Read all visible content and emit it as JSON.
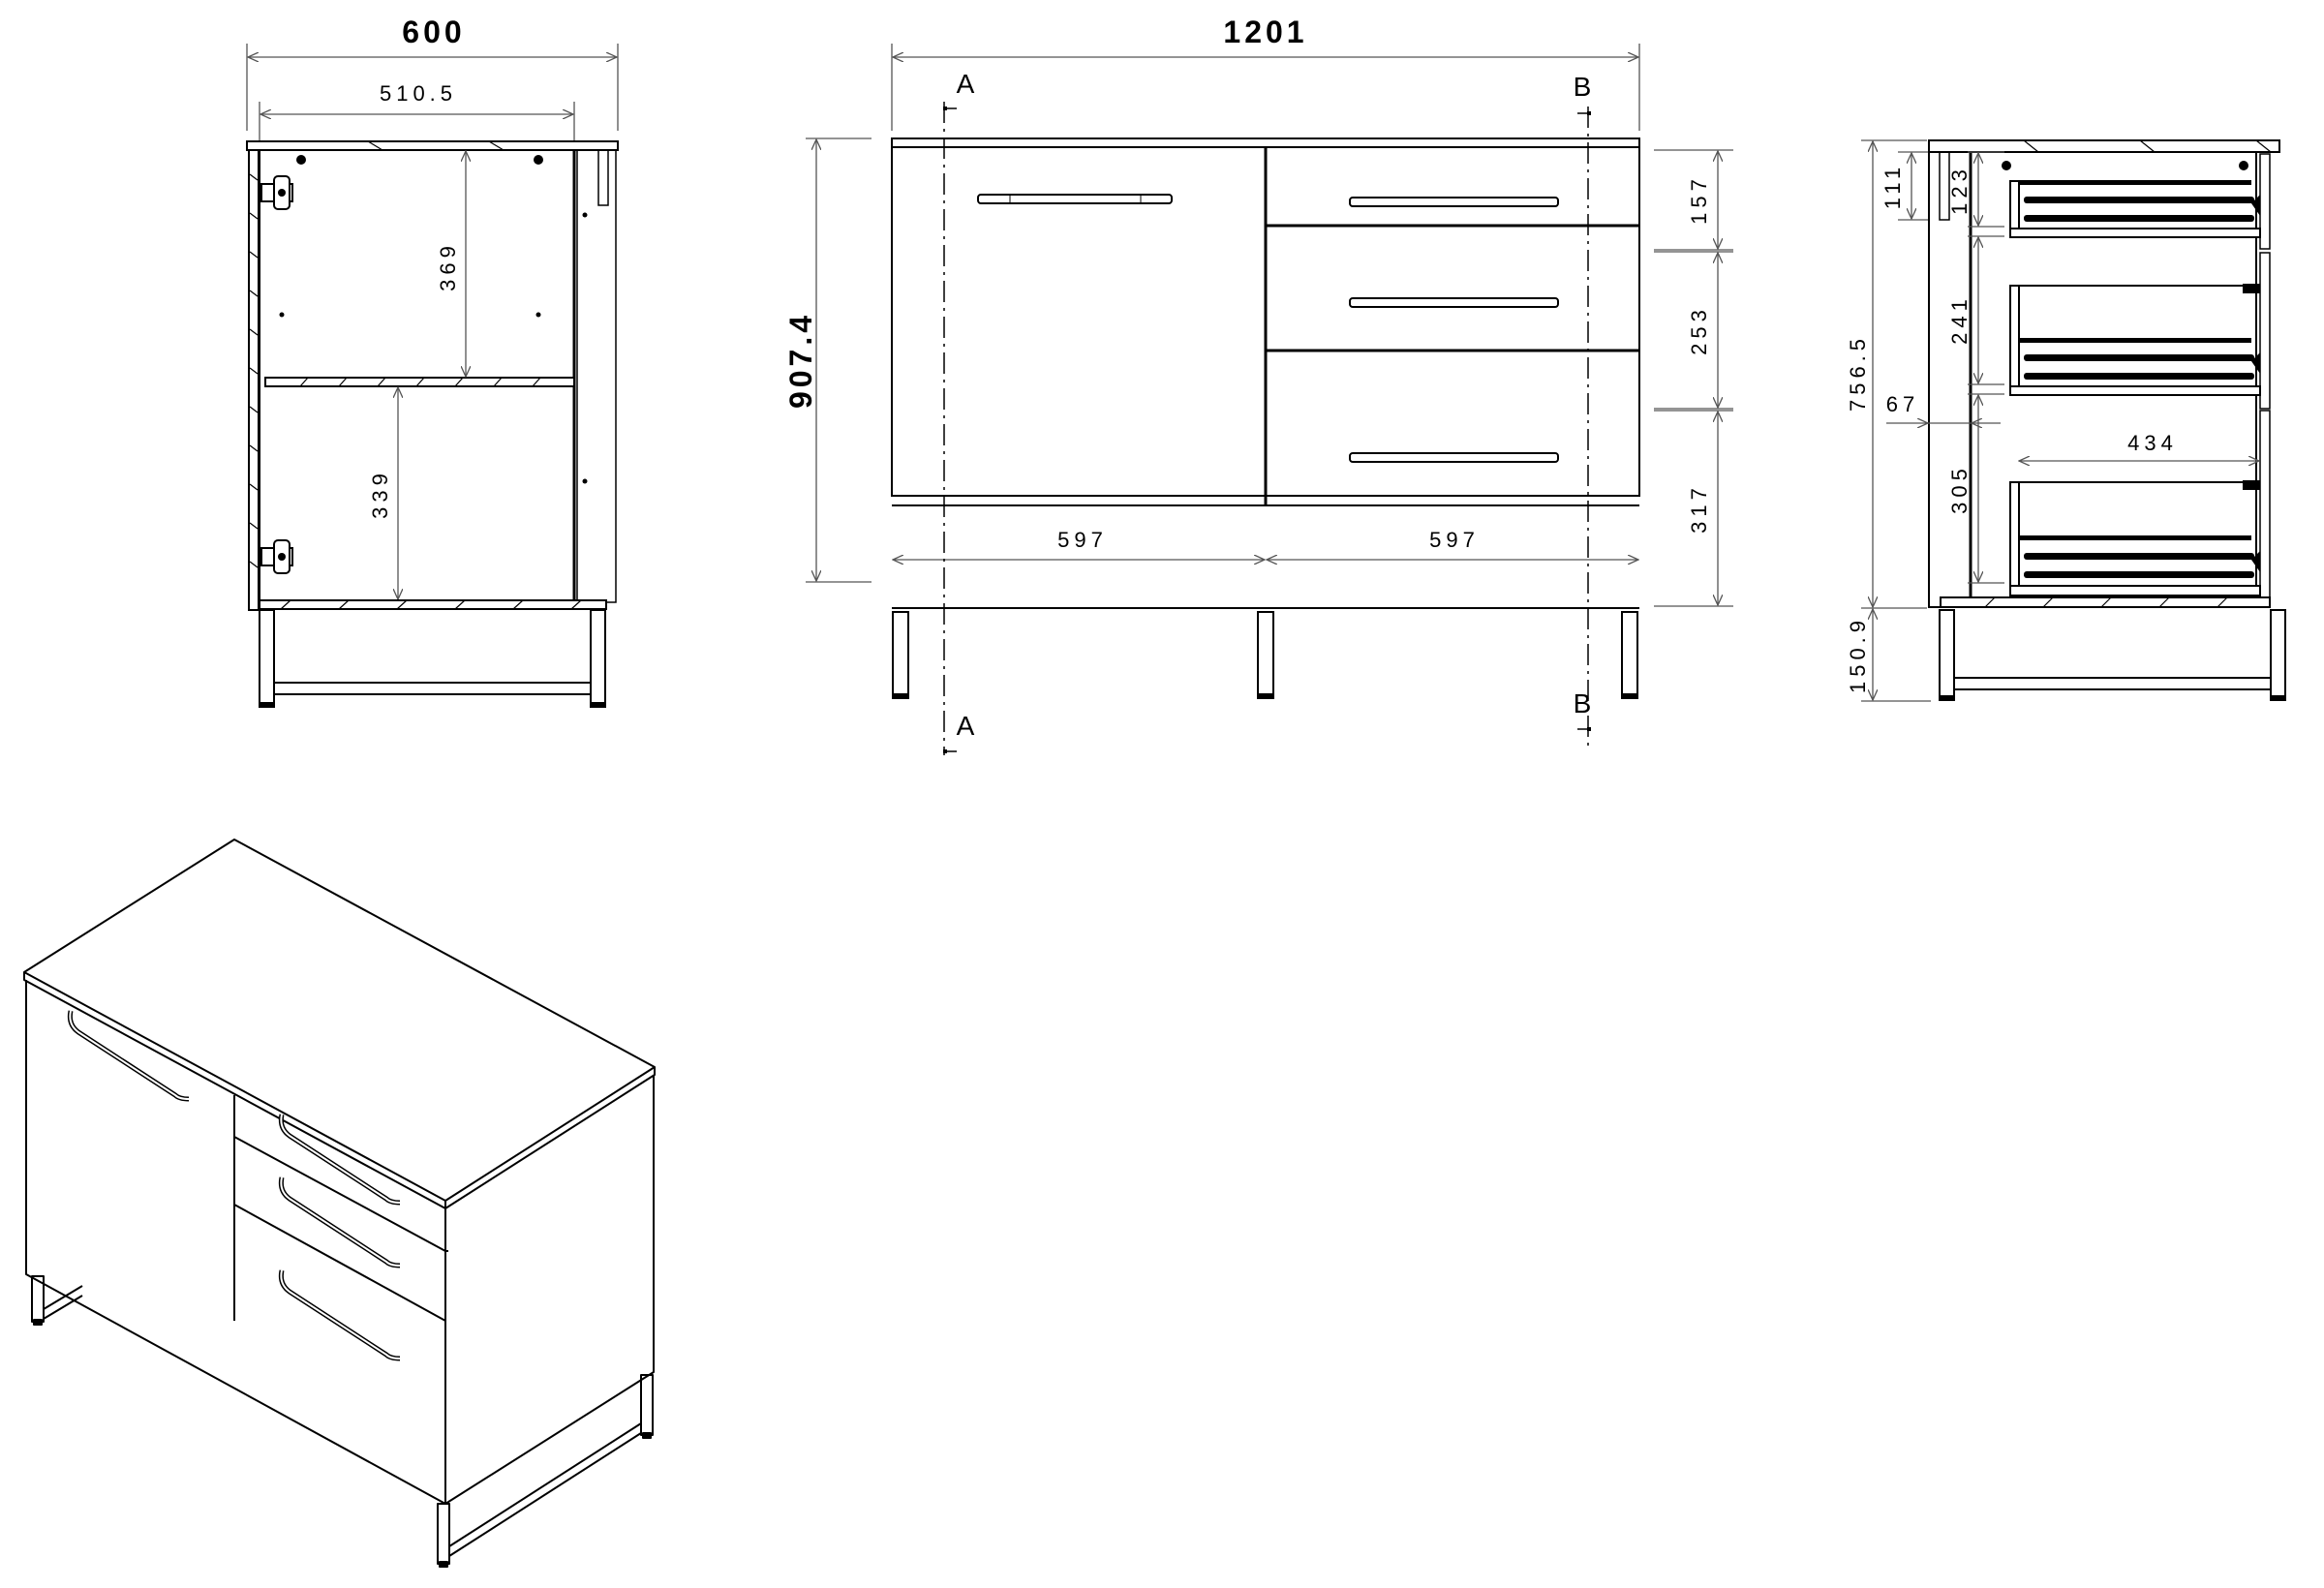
{
  "drawing": {
    "subject": "Sideboard with 1 door and 3 drawers on sled-frame legs",
    "views": [
      "section-A",
      "front-elevation",
      "section-B",
      "isometric"
    ]
  },
  "section_a": {
    "overall_width": "600",
    "inner_width": "510.5",
    "upper_compartment_height": "369",
    "lower_compartment_height": "339"
  },
  "front_view": {
    "overall_width": "1201",
    "overall_height": "907.4",
    "door_width": "597",
    "drawer_block_width": "597",
    "drawer_heights": [
      "157",
      "253",
      "317"
    ],
    "section_marker_a": "A",
    "section_marker_b": "B"
  },
  "section_b": {
    "top_offset": "111",
    "drawer1_clearance": "123",
    "drawer2_clearance": "241",
    "drawer3_clearance": "305",
    "front_offset": "67",
    "drawer_depth": "434",
    "carcass_height": "756.5",
    "leg_height": "150.9"
  },
  "colors": {
    "line": "#000000",
    "dimension_line": "#555555",
    "background": "#ffffff"
  }
}
